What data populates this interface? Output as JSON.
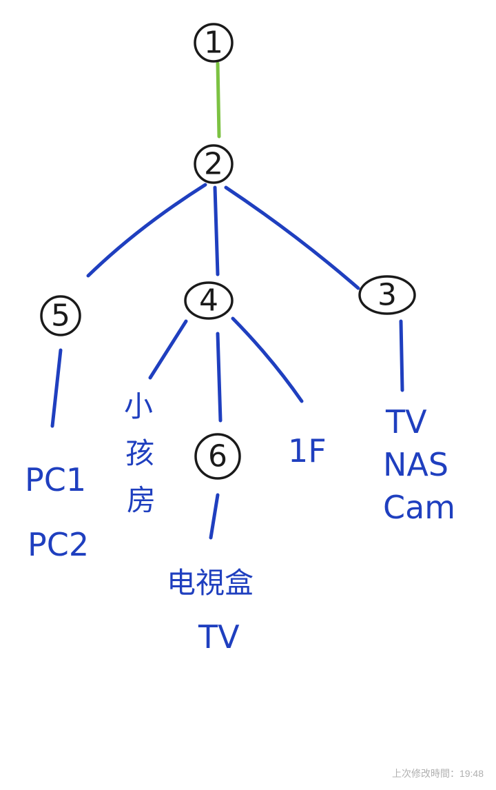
{
  "nodes": {
    "n1": "1",
    "n2": "2",
    "n3": "3",
    "n4": "4",
    "n5": "5",
    "n6": "6"
  },
  "labels": {
    "node5_devices": [
      "PC1",
      "PC2"
    ],
    "node4_left": [
      "小",
      "孩",
      "房"
    ],
    "node4_right": "1F",
    "node6_devices": [
      "电視盒",
      "TV"
    ],
    "node3_devices": [
      "TV",
      "NAS",
      "Cam"
    ]
  },
  "colors": {
    "uplink_line": "#7cc242",
    "lan_line": "#1f3fbf",
    "node_outline": "#1a1a1a",
    "footer_text": "#b0b0b0"
  },
  "footer": {
    "last_modified": "上次修改時間：19:48"
  }
}
